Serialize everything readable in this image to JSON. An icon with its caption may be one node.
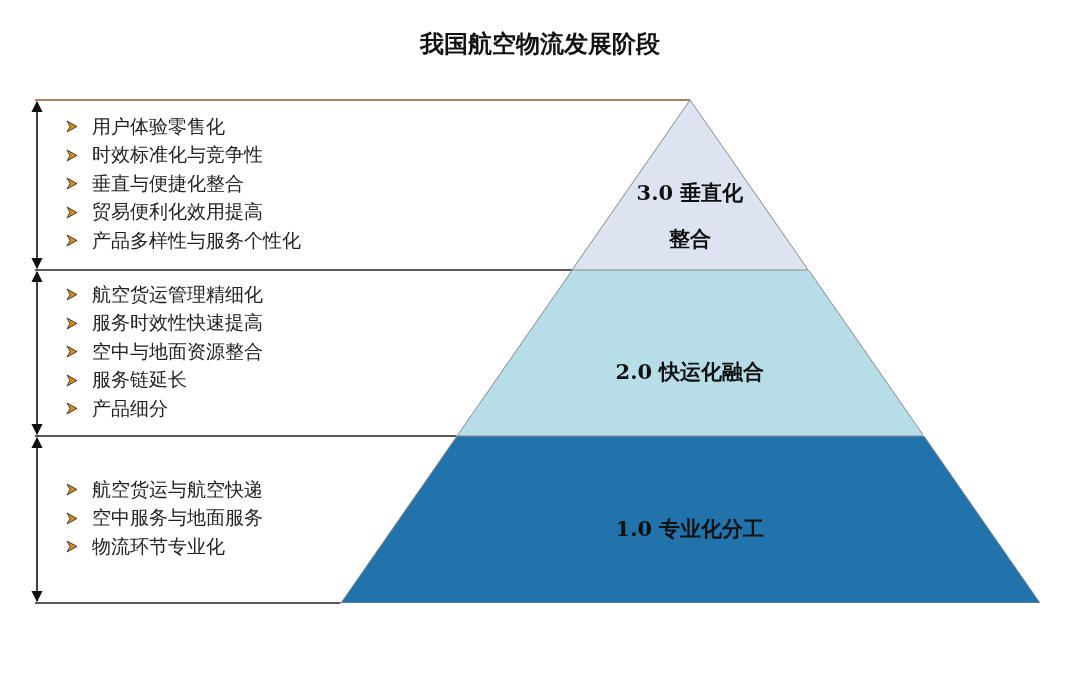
{
  "diagram": {
    "title": "我国航空物流发展阶段",
    "nodes": [
      {
        "text": [
          "3.0 垂直化整合"
        ],
        "beside": [
          "用户体验零售化",
          "时效标准化与竞争性",
          "垂直与便捷化整合",
          "贸易便利化效用提高",
          "产品多样性与服务个性化"
        ]
      },
      {
        "text": [
          "2.0 快运化融合"
        ],
        "beside": [
          "航空货运管理精细化",
          "服务时效性快速提高",
          "空中与地面资源整合",
          "服务链延长",
          "产品细分"
        ]
      },
      {
        "text": [
          "1.0 专业化分工"
        ],
        "beside": [
          "航空货运与航空快递",
          "空中服务与地面服务",
          "物流环节专业化"
        ]
      }
    ]
  }
}
